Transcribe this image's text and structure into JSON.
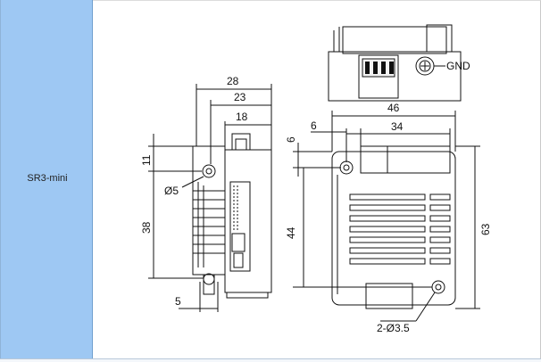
{
  "row": {
    "label": "SR3-mini"
  },
  "drawing": {
    "top_view": {
      "gnd_label": "GND"
    },
    "side_view": {
      "dim_width_28": "28",
      "dim_width_23": "23",
      "dim_width_18": "18",
      "dim_height_11": "11",
      "dim_hole_d5": "Ø5",
      "dim_height_38": "38",
      "dim_offset_5": "5"
    },
    "front_view": {
      "dim_width_46": "46",
      "dim_offset_6": "6",
      "dim_vertical_6": "6",
      "dim_width_34": "34",
      "dim_height_44": "44",
      "dim_height_63": "63",
      "dim_holes": "2-Ø3.5"
    }
  }
}
